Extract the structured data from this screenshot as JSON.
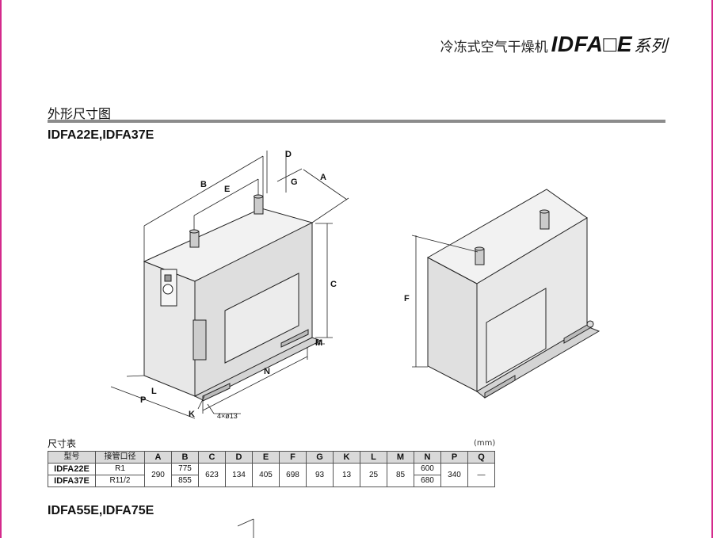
{
  "header": {
    "series_prefix": "冷冻式空气干燥机",
    "series_model": "IDFA□E",
    "series_suffix": "系列"
  },
  "section": {
    "title": "外形尺寸图",
    "model_group_1": "IDFA22E,IDFA37E",
    "model_group_2": "IDFA55E,IDFA75E"
  },
  "drawing": {
    "dims": [
      "A",
      "B",
      "C",
      "D",
      "E",
      "F",
      "G",
      "K",
      "L",
      "M",
      "N",
      "P"
    ],
    "hole_note": "4×ø13"
  },
  "table": {
    "caption": "尺寸表",
    "unit": "(mm)",
    "headers": [
      "型号",
      "接管口径",
      "A",
      "B",
      "C",
      "D",
      "E",
      "F",
      "G",
      "K",
      "L",
      "M",
      "N",
      "P",
      "Q"
    ],
    "rows": [
      {
        "model": "IDFA22E",
        "port": "R1",
        "B": "775",
        "N": "600"
      },
      {
        "model": "IDFA37E",
        "port": "R11/2",
        "B": "855",
        "N": "680"
      }
    ],
    "shared": {
      "A": "290",
      "C": "623",
      "D": "134",
      "E": "405",
      "F": "698",
      "G": "93",
      "K": "13",
      "L": "25",
      "M": "85",
      "P": "340",
      "Q": "—"
    }
  }
}
